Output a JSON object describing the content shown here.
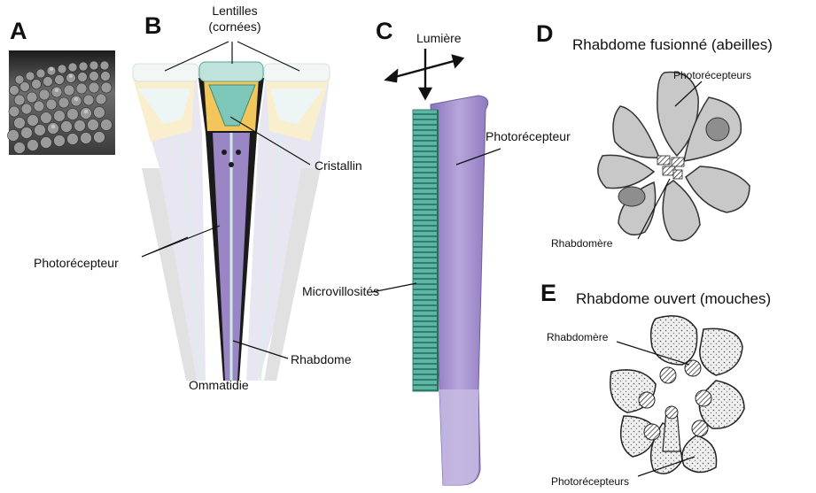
{
  "panels": {
    "a": {
      "letter": "A"
    },
    "b": {
      "letter": "B",
      "lenses_line1": "Lentilles",
      "lenses_line2": "(cornées)",
      "crystallin": "Cristallin",
      "photoreceptor": "Photorécepteur",
      "rhabdom": "Rhabdome",
      "ommatidium": "Ommatidie"
    },
    "c": {
      "letter": "C",
      "light": "Lumière",
      "photoreceptor": "Photorécepteur",
      "microvilli": "Microvillosités"
    },
    "d": {
      "letter": "D",
      "title": "Rhabdome fusionné (abeilles)",
      "photoreceptors": "Photorécepteurs",
      "rhabdomere": "Rhabdomère"
    },
    "e": {
      "letter": "E",
      "title": "Rhabdome ouvert (mouches)",
      "rhabdomere": "Rhabdomère",
      "photoreceptors": "Photorécepteurs"
    }
  },
  "colors": {
    "lens": "#d9ecea",
    "crystal_teal": "#7cc7b8",
    "pigment_yellow": "#f2c65a",
    "pigment_black": "#1a1a1a",
    "receptor_purple": "#9a86c4",
    "receptor_light": "#d9d0ea",
    "microvilli_teal": "#3f9e8c",
    "cell_gray": "#c8c8c8",
    "cell_dark": "#8e8e8e"
  }
}
